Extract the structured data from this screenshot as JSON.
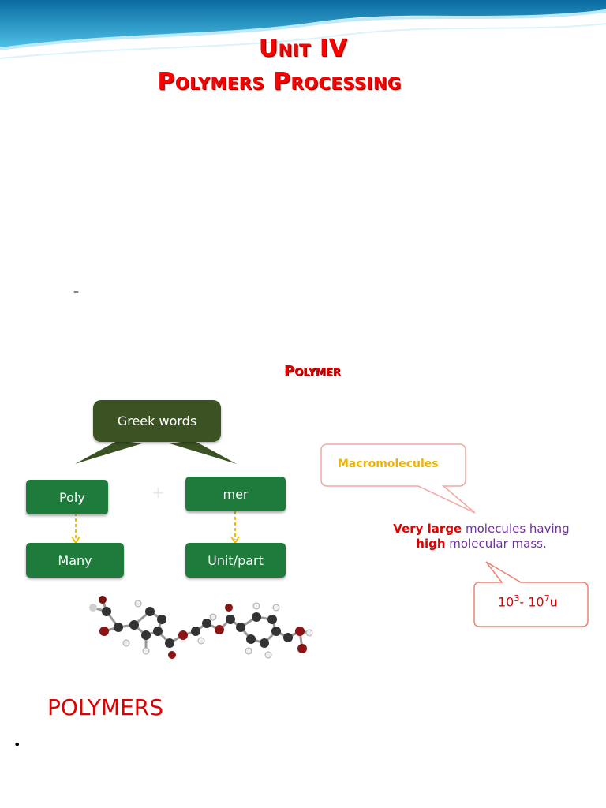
{
  "title": {
    "line1": "Unit IV",
    "line2": "Polymers Processing"
  },
  "dash": "–",
  "diagram": {
    "heading": "Polymer",
    "root": "Greek words",
    "plus": "+",
    "left": {
      "part": "Poly",
      "meaning": "Many"
    },
    "right": {
      "part": "mer",
      "meaning": "Unit/part"
    }
  },
  "callouts": {
    "macro": "Macromolecules",
    "desc_bold1": "Very large",
    "desc_rest1": " molecules having",
    "desc_bold2": "high",
    "desc_rest2": " molecular mass.",
    "range_a": "10",
    "range_a_exp": "3",
    "range_dash": "- ",
    "range_b": "10",
    "range_b_exp": "7",
    "range_unit": "u"
  },
  "section": {
    "heading": "POLYMERS",
    "bullet": "•"
  },
  "colors": {
    "title_red": "#ff0000",
    "dark_green": "#3b5323",
    "green": "#1e7b3c",
    "macro_yellow": "#f0b400",
    "purple_text": "#7030a0",
    "callout_border": "#f4a6a0",
    "range_border": "#f08070",
    "arrow_yellow": "#f0c000"
  }
}
